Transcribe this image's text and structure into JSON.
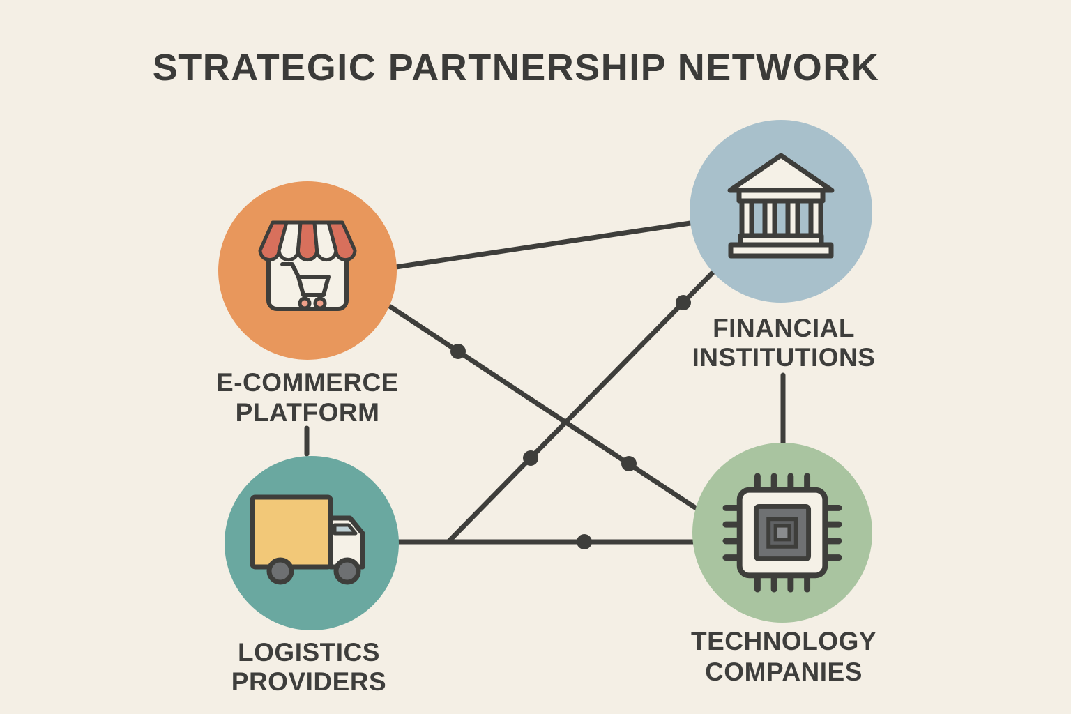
{
  "title": "STRATEGIC PARTNERSHIP NETWORK",
  "background_color": "#f4efe5",
  "line_color": "#3e3e3b",
  "text_color": "#3e3e3c",
  "nodes": {
    "ecommerce": {
      "label_line1": "E-COMMERCE",
      "label_line2": "PLATFORM",
      "icon": "storefront-cart-icon",
      "circle_color": "#e8975c",
      "icon_accent_colors": {
        "awning_red": "#d8705c",
        "cream": "#f5f1e7",
        "wheel_pink": "#efa089"
      }
    },
    "financial": {
      "label_line1": "FINANCIAL",
      "label_line2": "INSTITUTIONS",
      "icon": "bank-icon",
      "circle_color": "#a8c0cb",
      "icon_accent_colors": {
        "cream": "#f5f1e7"
      }
    },
    "logistics": {
      "label_line1": "LOGISTICS",
      "label_line2": "PROVIDERS",
      "icon": "delivery-truck-icon",
      "circle_color": "#6aa8a0",
      "icon_accent_colors": {
        "cargo_yellow": "#f2c878",
        "cab_cream": "#f5f1e7",
        "window_blue": "#bdcfd3",
        "wheel_gray": "#6e7072"
      }
    },
    "technology": {
      "label_line1": "TECHNOLOGY",
      "label_line2": "COMPANIES",
      "icon": "microchip-icon",
      "circle_color": "#a9c4a0",
      "icon_accent_colors": {
        "body_cream": "#f5f1e7",
        "die_gray": "#6f7173"
      }
    }
  },
  "edges": [
    {
      "from": "E-Commerce Platform",
      "to": "Financial Institutions",
      "dots": 0
    },
    {
      "from": "E-Commerce Platform",
      "to": "Technology Companies",
      "dots": 2
    },
    {
      "from": "Logistics Providers",
      "to": "Technology Companies",
      "dots": 1
    },
    {
      "from": "Logistics Providers",
      "to": "Financial Institutions",
      "dots": 2
    },
    {
      "from": "E-Commerce Platform label",
      "to": "Logistics Providers circle",
      "dots": 0
    },
    {
      "from": "Financial Institutions label",
      "to": "Technology Companies circle",
      "dots": 0
    }
  ]
}
